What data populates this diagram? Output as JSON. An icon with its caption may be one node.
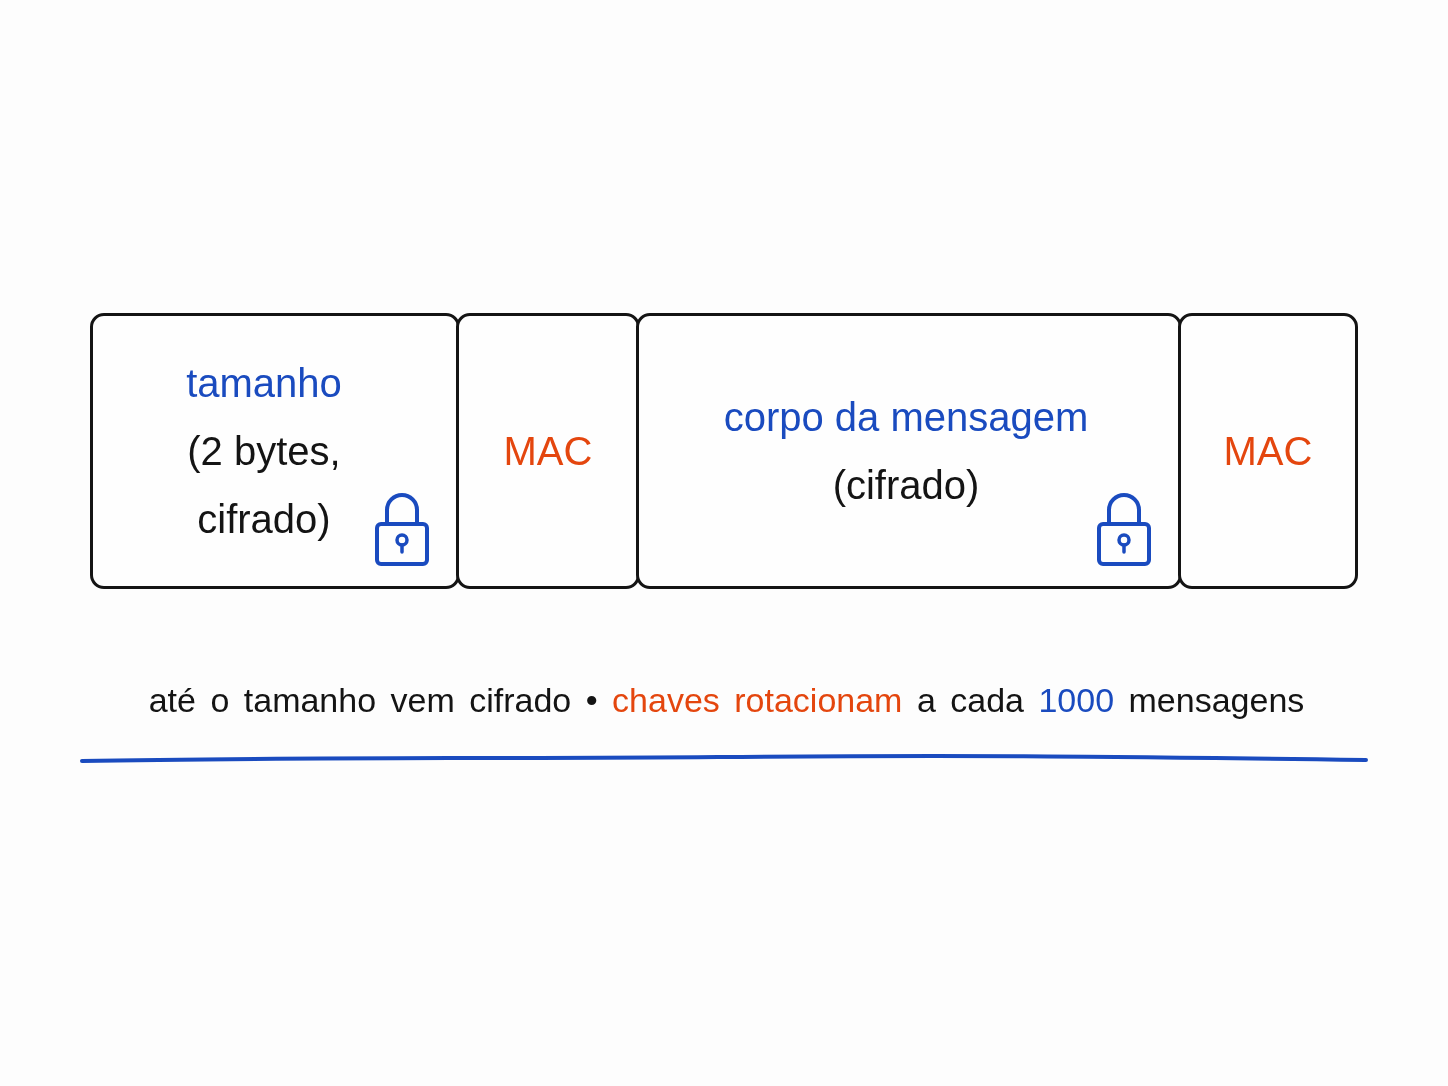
{
  "diagram": {
    "caption": "até o tamanho vem cifrado • **chaves rotacionam** a cada *1000* mensagens",
    "nodes": [
      {
        "text": [
          "tamanho",
          "(2 bytes, cifrado)"
        ]
      },
      {
        "text": [
          "MAC"
        ]
      },
      {
        "text": [
          "corpo da mensagem",
          "(cifrado)"
        ]
      },
      {
        "text": [
          "MAC"
        ]
      }
    ],
    "edges": []
  }
}
